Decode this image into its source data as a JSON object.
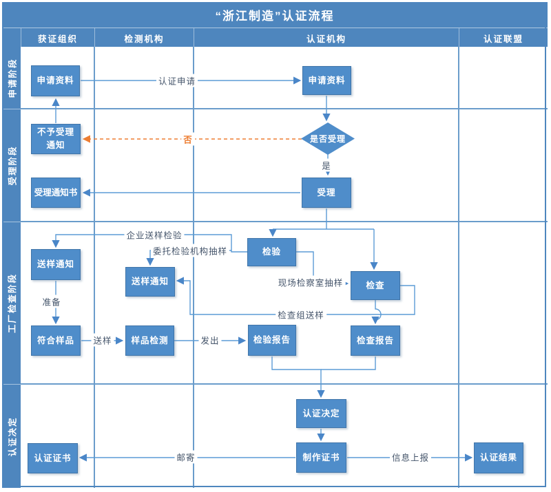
{
  "title": "“浙江制造”认证流程",
  "lanes": {
    "columns": [
      "获证组织",
      "检测机构",
      "认证机构",
      "认证联盟"
    ],
    "rows": [
      "申请阶段",
      "受理阶段",
      "工厂检查阶段",
      "认证决定"
    ]
  },
  "nodes": {
    "app_materials_org": {
      "label": "申请资料"
    },
    "rejection_notice": {
      "label": "不予受理通知"
    },
    "acceptance_notice": {
      "label": "受理通知书"
    },
    "sample_notice_org": {
      "label": "送样通知"
    },
    "conforming_sample": {
      "label": "符合样品"
    },
    "cert_certificate": {
      "label": "认证证书"
    },
    "sample_notice_lab": {
      "label": "送样通知"
    },
    "sample_testing": {
      "label": "样品检测"
    },
    "app_materials_cb": {
      "label": "申请资料"
    },
    "accept_decision": {
      "label": "是否受理"
    },
    "accept": {
      "label": "受理"
    },
    "inspection": {
      "label": "检验"
    },
    "check": {
      "label": "检查"
    },
    "inspection_report": {
      "label": "检验报告"
    },
    "check_report": {
      "label": "检查报告"
    },
    "cert_decision": {
      "label": "认证决定"
    },
    "make_certificate": {
      "label": "制作证书"
    },
    "cert_result": {
      "label": "认证结果"
    }
  },
  "edge_labels": {
    "application": "认证申请",
    "no": "否",
    "yes": "是",
    "enterprise_sample": "企业送样检验",
    "entrust_sampling": "委托检验机构抽样",
    "onsite_sampling": "现场检察室抽样",
    "check_team_sample": "检查组送样",
    "prepare": "准备",
    "send_sample": "送样",
    "send_out": "发出",
    "mail": "邮寄",
    "info_report": "信息上报"
  },
  "colors": {
    "band_blue": "#4e86be",
    "node_fill": "#4f8dca",
    "node_border": "#3f74a8",
    "wire_blue": "#5b9bd5",
    "arrow_blue": "#4a86c8",
    "dashed_orange": "#ed7d31",
    "label_text": "#44546a",
    "grid_line": "#6a9ccb"
  }
}
